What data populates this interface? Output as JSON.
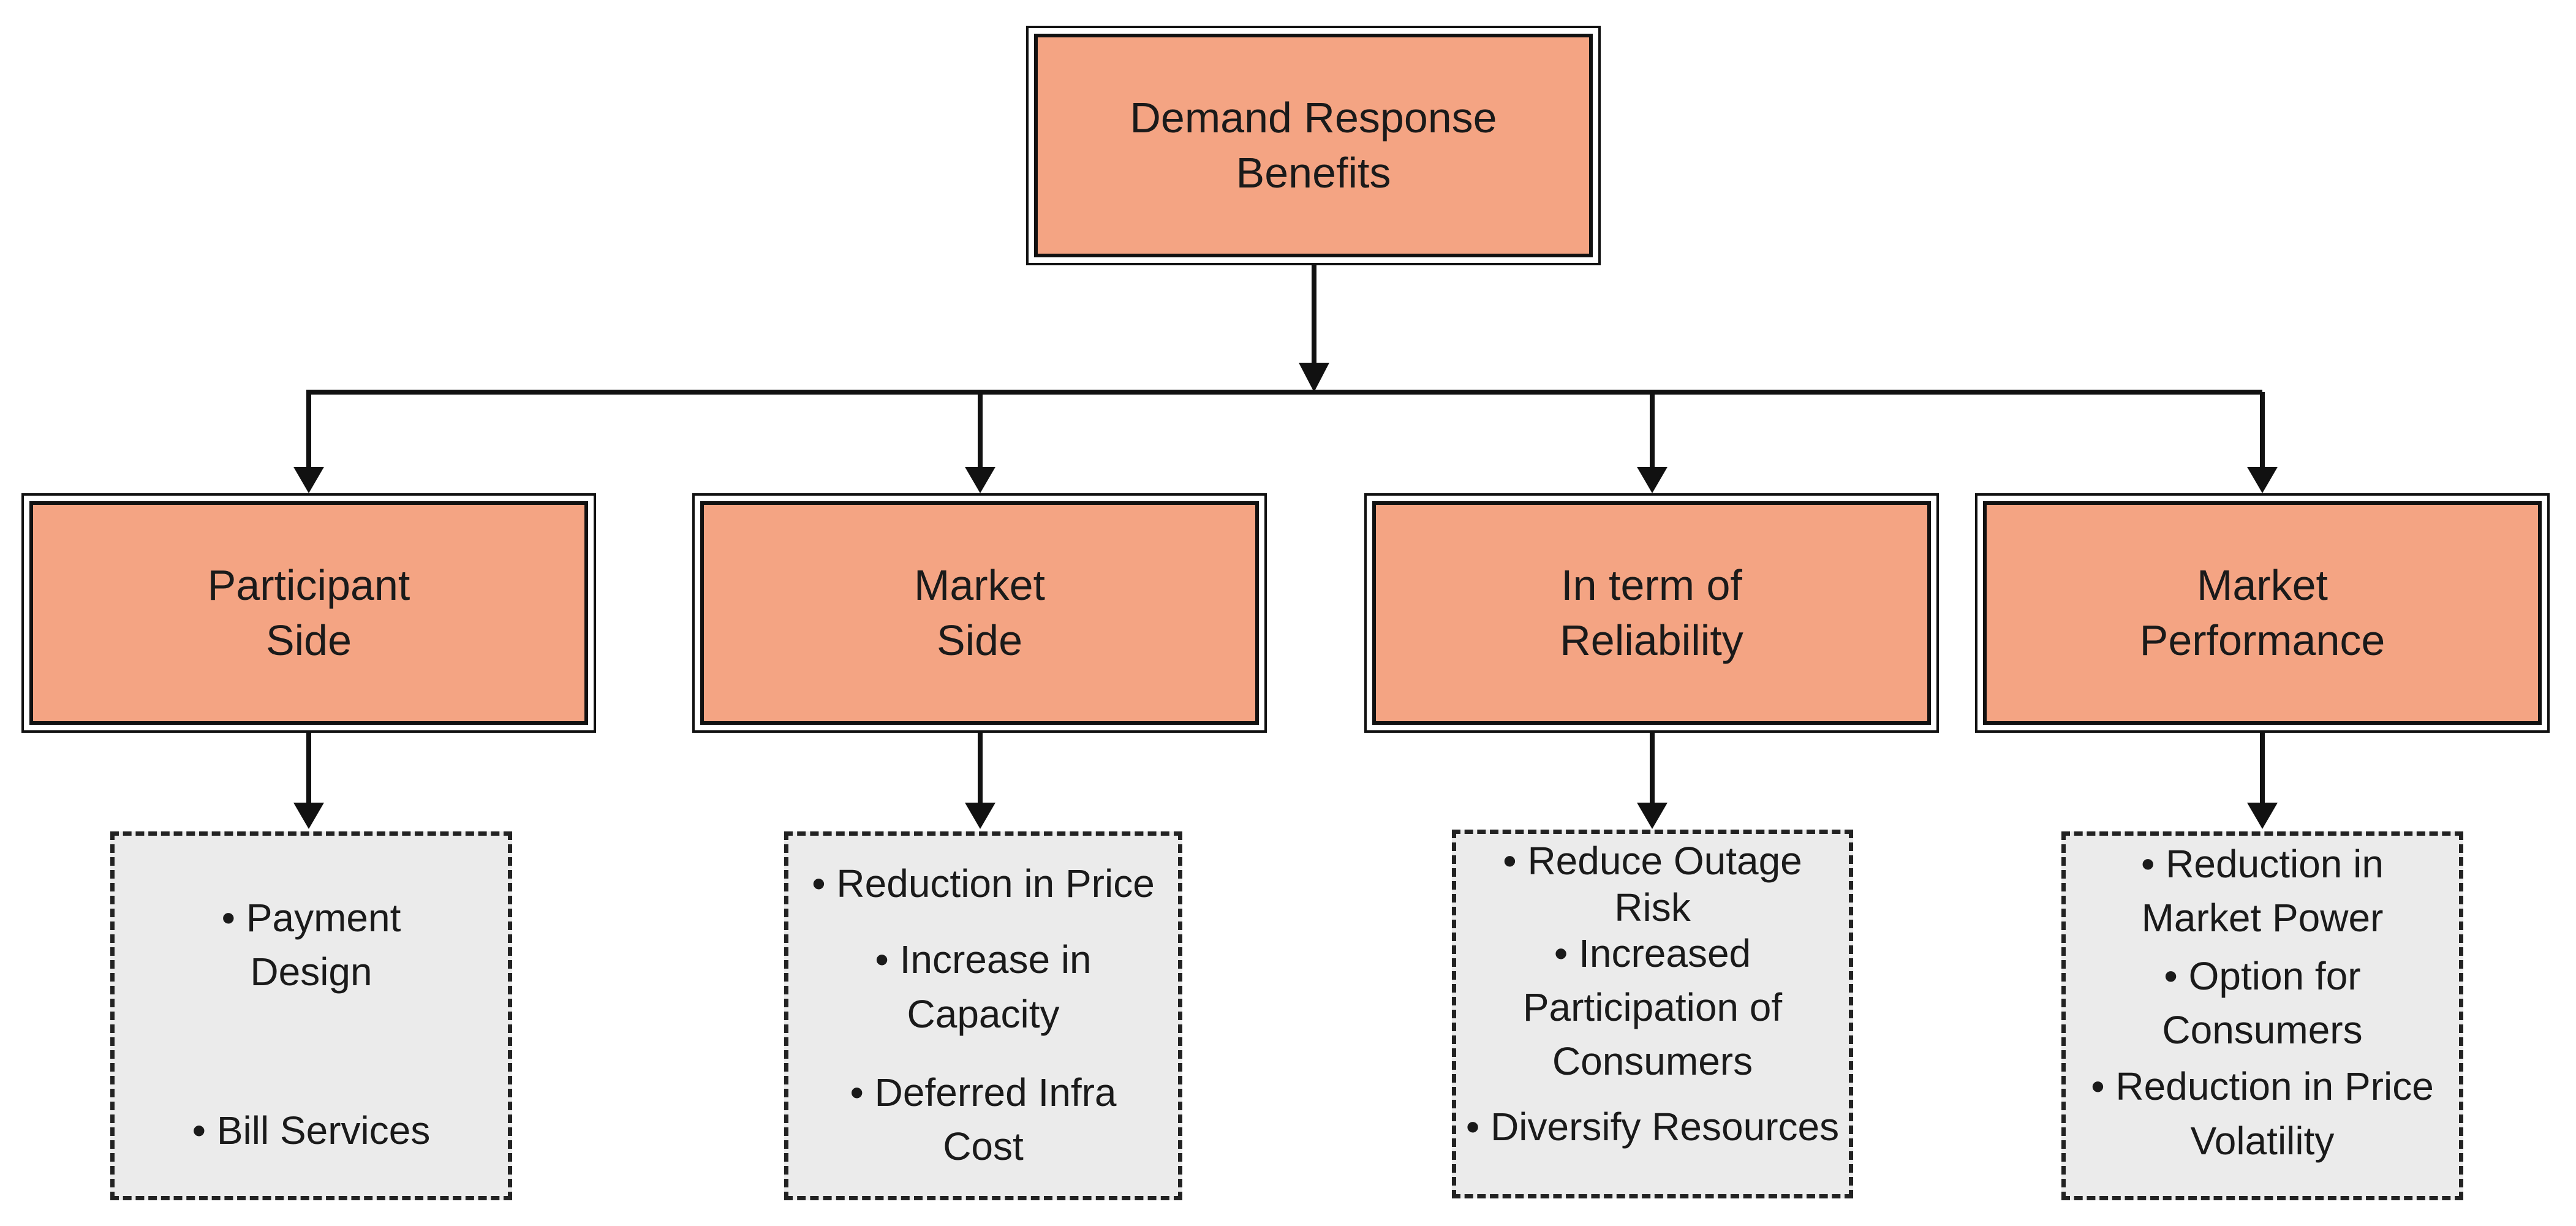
{
  "root": {
    "lines": [
      "Demand Response",
      "Benefits"
    ]
  },
  "categories": [
    {
      "id": "participant",
      "lines": [
        "Participant",
        "Side"
      ]
    },
    {
      "id": "market",
      "lines": [
        "Market",
        "Side"
      ]
    },
    {
      "id": "reliability",
      "lines": [
        "In term of",
        "Reliability"
      ]
    },
    {
      "id": "performance",
      "lines": [
        "Market",
        "Performance"
      ]
    }
  ],
  "benefits": [
    {
      "items": [
        [
          "Payment",
          "Design"
        ],
        [
          "Bill Services"
        ]
      ]
    },
    {
      "items": [
        [
          "Reduction in Price"
        ],
        [
          "Increase in",
          "Capacity"
        ],
        [
          "Deferred Infra",
          "Cost"
        ]
      ]
    },
    {
      "items": [
        [
          "Reduce Outage",
          "Risk"
        ],
        [
          "Increased",
          "Participation of",
          "Consumers"
        ],
        [
          "Diversify Resources"
        ]
      ]
    },
    {
      "items": [
        [
          "Reduction in",
          "Market Power"
        ],
        [
          "Option for",
          "Consumers"
        ],
        [
          "Reduction in Price",
          "Volatility"
        ]
      ]
    }
  ],
  "colors": {
    "box_fill": "#f4a483",
    "list_fill": "#ebebeb",
    "line": "#111111"
  }
}
